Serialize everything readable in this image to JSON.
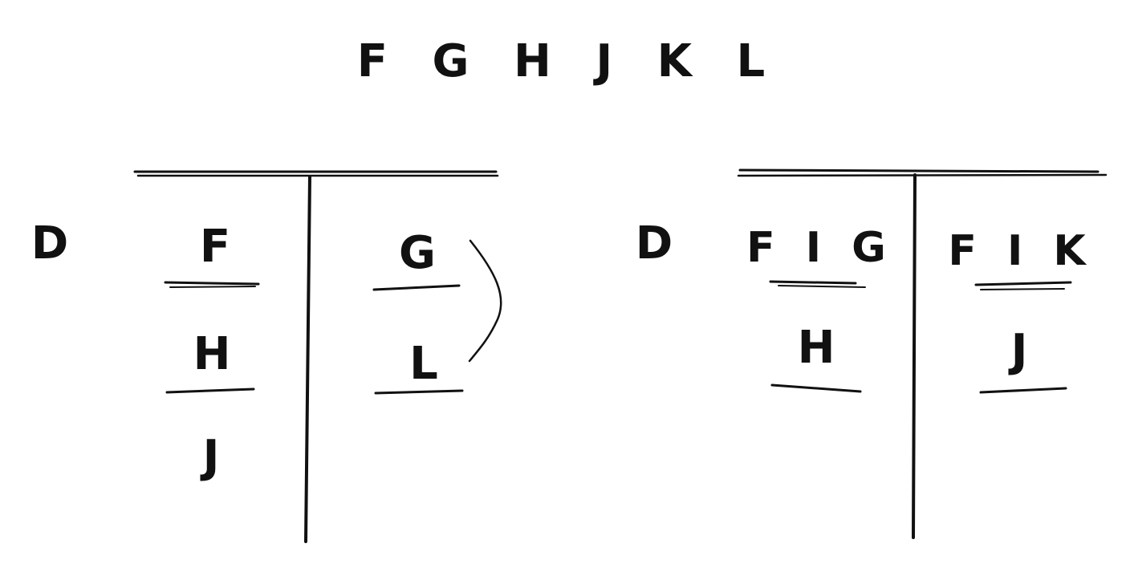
{
  "title": "F G H J K L",
  "left_table": {
    "row_label": "D",
    "left_column": [
      "F",
      "H",
      "J"
    ],
    "right_column": [
      "G",
      "L"
    ]
  },
  "right_table": {
    "row_label": "D",
    "left_column": [
      "F I G",
      "H"
    ],
    "right_column": [
      "F I K",
      "J"
    ]
  },
  "ink_color": "#111111"
}
